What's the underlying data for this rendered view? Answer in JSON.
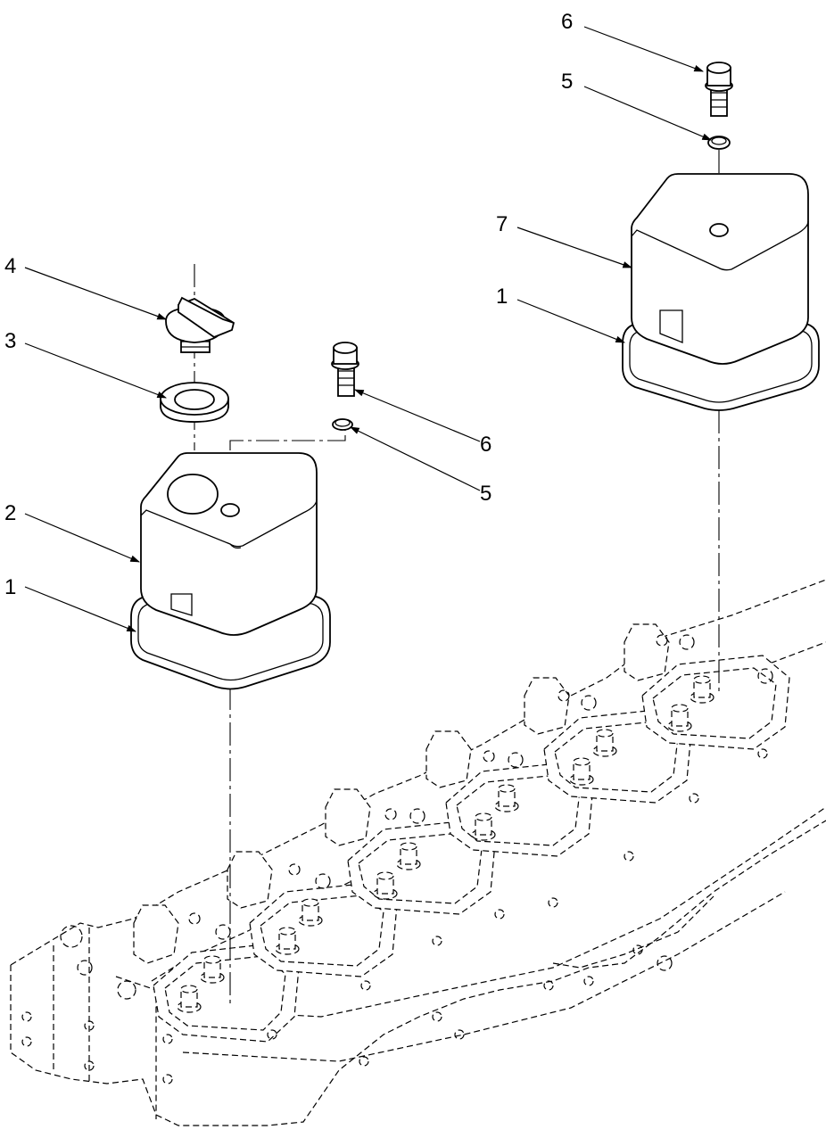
{
  "callouts": {
    "top_bolt": "6",
    "top_washer": "5",
    "right_cover": "7",
    "right_gasket": "1",
    "oil_cap": "4",
    "cap_seal": "3",
    "mid_bolt": "6",
    "mid_washer": "5",
    "left_cover": "2",
    "left_gasket": "1"
  },
  "colors": {
    "line": "#000000",
    "background": "#ffffff"
  }
}
